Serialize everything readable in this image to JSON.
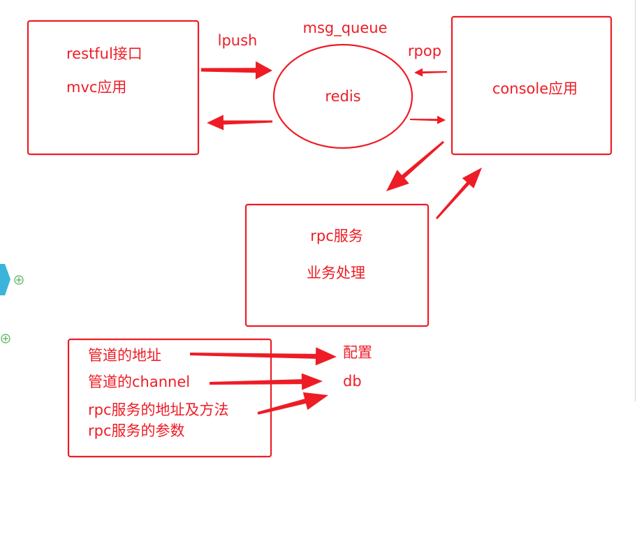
{
  "colors": {
    "stroke": "#ee1c25",
    "accent_cyan": "#3ab4db",
    "accent_green": "#4caf50"
  },
  "boxes": {
    "mvc": {
      "line1": "restful接口",
      "line2": "mvc应用"
    },
    "redis": {
      "name": "redis",
      "top_label": "msg_queue"
    },
    "console": {
      "name": "console应用"
    },
    "rpc": {
      "line1": "rpc服务",
      "line2": "业务处理"
    },
    "notes": {
      "line1": "管道的地址",
      "line2": "管道的channel",
      "line3": "rpc服务的地址及方法",
      "line4": "rpc服务的参数"
    }
  },
  "edge_labels": {
    "lpush": "lpush",
    "rpop": "rpop"
  },
  "targets": {
    "config": "配置",
    "db": "db"
  },
  "icons": [
    "hexagon-node-icon",
    "expand-plus-icon",
    "expand-plus-icon"
  ]
}
